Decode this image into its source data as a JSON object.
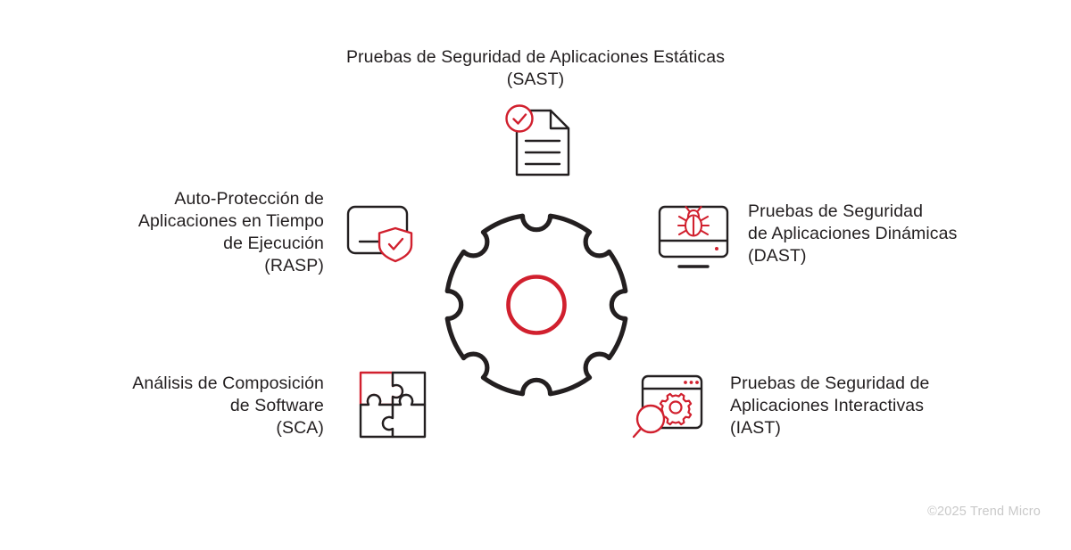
{
  "page": {
    "background_color": "#ffffff",
    "text_color": "#231f20",
    "accent_color": "#d1202e",
    "outline_color": "#231f20",
    "muted_color": "#c9c9c9"
  },
  "diagram": {
    "type": "hub-and-spoke",
    "center": {
      "name": "gear-hub",
      "shape": "notched-gear-with-inner-circle",
      "notch_count": 8,
      "inner_circle_color": "#d1202e",
      "outline_color": "#231f20"
    },
    "nodes": [
      {
        "id": "sast",
        "position": "top",
        "label": "Pruebas de Seguridad de Aplicaciones Estáticas\n(SAST)",
        "acronym": "SAST",
        "icon": "document-check-icon"
      },
      {
        "id": "rasp",
        "position": "left-top",
        "label": "Auto-Protección de\nAplicaciones en Tiempo\nde Ejecución\n(RASP)",
        "acronym": "RASP",
        "icon": "screen-shield-check-icon"
      },
      {
        "id": "sca",
        "position": "left-bottom",
        "label": "Análisis de Composición\nde Software\n(SCA)",
        "acronym": "SCA",
        "icon": "puzzle-pieces-icon"
      },
      {
        "id": "dast",
        "position": "right-top",
        "label": "Pruebas de Seguridad\nde Aplicaciones Dinámicas\n(DAST)",
        "acronym": "DAST",
        "icon": "monitor-bug-icon"
      },
      {
        "id": "iast",
        "position": "right-bottom",
        "label": "Pruebas de Seguridad de\nAplicaciones Interactivas\n(IAST)",
        "acronym": "IAST",
        "icon": "browser-gear-magnifier-icon"
      }
    ]
  },
  "footer": {
    "copyright": "©2025 Trend Micro"
  }
}
